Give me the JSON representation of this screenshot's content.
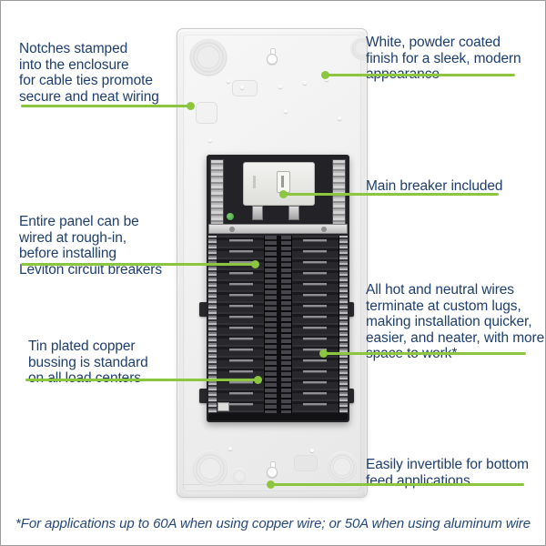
{
  "colors": {
    "accent_green": "#8cc63e",
    "text_navy": "#1e3e6d",
    "enclosure_white": "#efefef",
    "interior_black": "#232327"
  },
  "callouts": [
    {
      "id": "notches",
      "text": "Notches stamped\ninto the enclosure\nfor cable ties promote\nsecure and neat wiring"
    },
    {
      "id": "finish",
      "text": "White, powder coated\nfinish for a sleek, modern\nappearance"
    },
    {
      "id": "main-breaker",
      "text": "Main breaker included"
    },
    {
      "id": "rough-in",
      "text": "Entire panel can be\nwired at rough-in,\nbefore installing\nLeviton circuit breakers"
    },
    {
      "id": "lugs",
      "text": "All hot and neutral wires\nterminate at custom lugs,\nmaking installation quicker,\neasier, and neater, with more\nspace to work*"
    },
    {
      "id": "bussing",
      "text": "Tin plated copper\nbussing is standard\non all load centers"
    },
    {
      "id": "invertible",
      "text": "Easily invertible for bottom\nfeed applications"
    }
  ],
  "footnote": "*For applications up to 60A when using copper wire; or 50A when using aluminum wire"
}
